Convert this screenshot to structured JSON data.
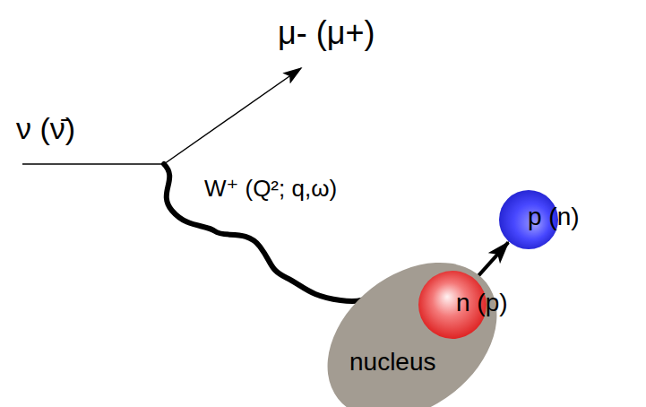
{
  "diagram": {
    "nodes": [
      {
        "text": [
          "nucleus"
        ]
      },
      {
        "text": [
          "n (p)"
        ],
        "in": 0
      },
      {
        "text": [
          "p (n)"
        ]
      }
    ],
    "edges": [
      {
        "from": 1,
        "to": 2,
        "arrow": "to"
      }
    ],
    "labels": [
      "μ- (μ+)",
      "ν (ν̄)",
      "W⁺ (Q²; q,ω)"
    ]
  }
}
